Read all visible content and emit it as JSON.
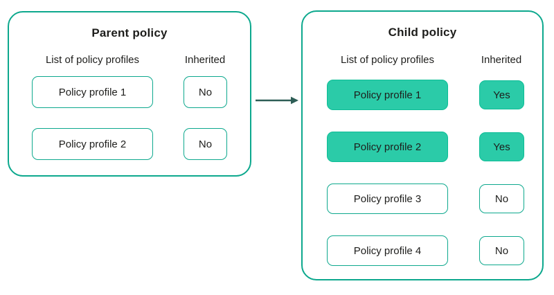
{
  "colors": {
    "stroke": "#0ca88d",
    "highlight_fill": "#2bcba8",
    "highlight_border": "#0cbd96",
    "text": "#1d1d1b",
    "arrow": "#2e5e56",
    "background": "#ffffff"
  },
  "parent": {
    "title": "Parent policy",
    "columns": [
      "List of policy profiles",
      "Inherited"
    ],
    "rows": [
      {
        "label": "Policy profile 1",
        "inherited": "No",
        "highlighted": false
      },
      {
        "label": "Policy profile 2",
        "inherited": "No",
        "highlighted": false
      }
    ]
  },
  "child": {
    "title": "Child policy",
    "columns": [
      "List of policy profiles",
      "Inherited"
    ],
    "rows": [
      {
        "label": "Policy profile 1",
        "inherited": "Yes",
        "highlighted": true
      },
      {
        "label": "Policy profile 2",
        "inherited": "Yes",
        "highlighted": true
      },
      {
        "label": "Policy profile 3",
        "inherited": "No",
        "highlighted": false
      },
      {
        "label": "Policy profile 4",
        "inherited": "No",
        "highlighted": false
      }
    ]
  }
}
